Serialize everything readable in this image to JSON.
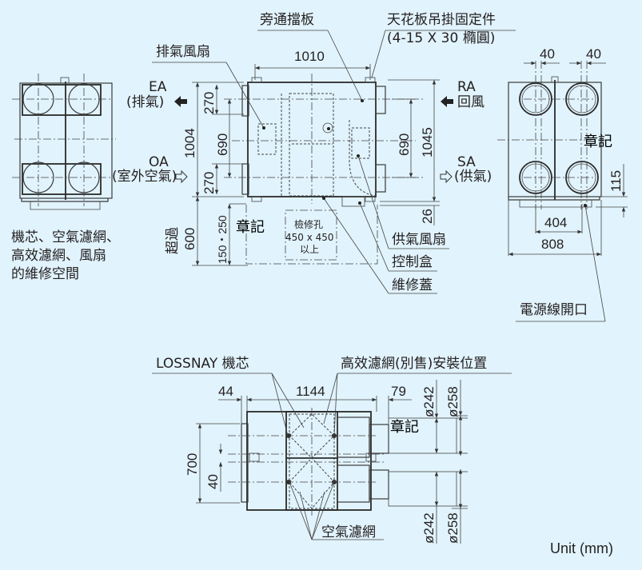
{
  "unit_label": "Unit (mm)",
  "stamp_label": "章記",
  "top_view": {
    "labels": {
      "bypass_damper": "旁通擋板",
      "ceiling_hanger": "天花板吊掛固定件",
      "ceiling_hanger_spec": "(4-15 X 30 橢圓)",
      "exhaust_fan": "排氣風扇",
      "supply_fan": "供氣風扇",
      "control_box": "控制盒",
      "maintenance_cover": "維修蓋",
      "inspection_hole_line1": "檢修孔",
      "inspection_hole_line2": "450 x 450",
      "inspection_hole_line3": "以上",
      "over": "超過"
    },
    "airflow": {
      "ea": "EA",
      "ea_sub": "(排氣)",
      "oa": "OA",
      "oa_sub": "(室外空氣)",
      "ra": "RA",
      "ra_sub": "回風",
      "sa": "SA",
      "sa_sub": "(供氣)"
    },
    "dimensions": {
      "width": "1010",
      "height_left": "1004",
      "height_right": "1045",
      "top_duct": "270",
      "middle_left": "690",
      "bottom_duct": "270",
      "middle_right": "690",
      "bottom_offset": "26",
      "clearance": "600",
      "clearance_range": "150・250"
    }
  },
  "maintenance_note": {
    "line1": "機芯、空氣濾網、",
    "line2": "高效濾網、風扇",
    "line3": "的維修空間"
  },
  "side_view": {
    "dimensions": {
      "offset_left": "40",
      "offset_right": "40",
      "duct_bottom": "115",
      "inner_width": "404",
      "total_width": "808"
    },
    "labels": {
      "power_opening": "電源線開口"
    }
  },
  "front_view": {
    "labels": {
      "lossnay_core": "LOSSNAY 機芯",
      "hepa_filter_position": "高效濾網(別售)安裝位置",
      "air_filter": "空氣濾網"
    },
    "dimensions": {
      "left_offset": "44",
      "length": "1144",
      "right_offset": "79",
      "height": "700",
      "center_gap": "40",
      "duct_inner_top": "ø242",
      "duct_outer_top": "ø258",
      "duct_inner_bottom": "ø242",
      "duct_outer_bottom": "ø258"
    }
  }
}
